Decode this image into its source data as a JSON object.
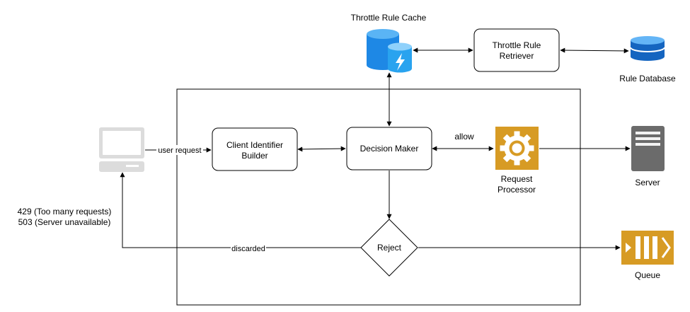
{
  "colors": {
    "line": "#000000",
    "gear": "#d79b24",
    "queue": "#d79b24",
    "laptop": "#dcdcdc",
    "server": "#6b6b6b",
    "db_blue": "#1565c0",
    "cache_blue": "#1e88e5"
  },
  "nodes": {
    "cache_label": "Throttle Rule Cache",
    "retriever_line1": "Throttle Rule",
    "retriever_line2": "Retriever",
    "database_label": "Rule Database",
    "builder_line1": "Client Identifier",
    "builder_line2": "Builder",
    "decision": "Decision Maker",
    "processor_line1": "Request",
    "processor_line2": "Processor",
    "server_label": "Server",
    "reject": "Reject",
    "queue_label": "Queue",
    "client_error_line1": "429 (Too many requests)",
    "client_error_line2": "503 (Server unavailable)"
  },
  "edges": {
    "user_request": "user request",
    "allow": "allow",
    "discarded": "discarded"
  },
  "icons": {
    "client": "laptop-icon",
    "cache": "cache-icon",
    "database": "database-icon",
    "processor": "gear-icon",
    "server": "server-icon",
    "queue": "queue-icon"
  }
}
